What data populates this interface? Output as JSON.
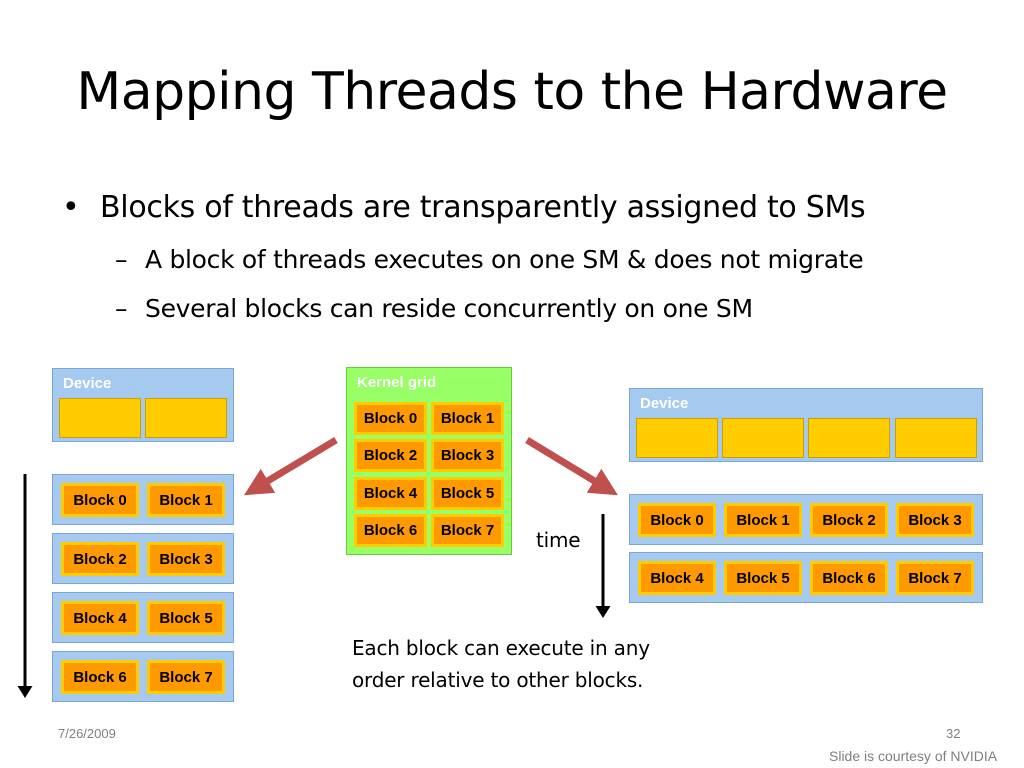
{
  "slide": {
    "title": "Mapping Threads to the Hardware",
    "bullets": {
      "main": "Blocks of threads are transparently assigned to SMs",
      "sub": [
        "A block of threads executes on one SM & does not migrate",
        "Several blocks can reside concurrently on one SM"
      ],
      "bullet_glyph": "•",
      "dash_glyph": "–"
    }
  },
  "diagram": {
    "left_device_label": "Device",
    "kernel_grid_label": "Kernel grid",
    "right_device_label": "Device",
    "blocks": [
      "Block 0",
      "Block 1",
      "Block 2",
      "Block 3",
      "Block 4",
      "Block 5",
      "Block 6",
      "Block 7"
    ],
    "time_label": "time",
    "note_line1": "Each block can execute in any",
    "note_line2": "order relative to other blocks.",
    "colors": {
      "panel": "#a6c9ef",
      "sm": "#ffcc00",
      "block": "#ff9900",
      "grid": "#99ff66",
      "arrow": "#c0504d"
    }
  },
  "footer": {
    "date": "7/26/2009",
    "page_number": "32",
    "credit": "Slide is courtesy of NVIDIA"
  }
}
